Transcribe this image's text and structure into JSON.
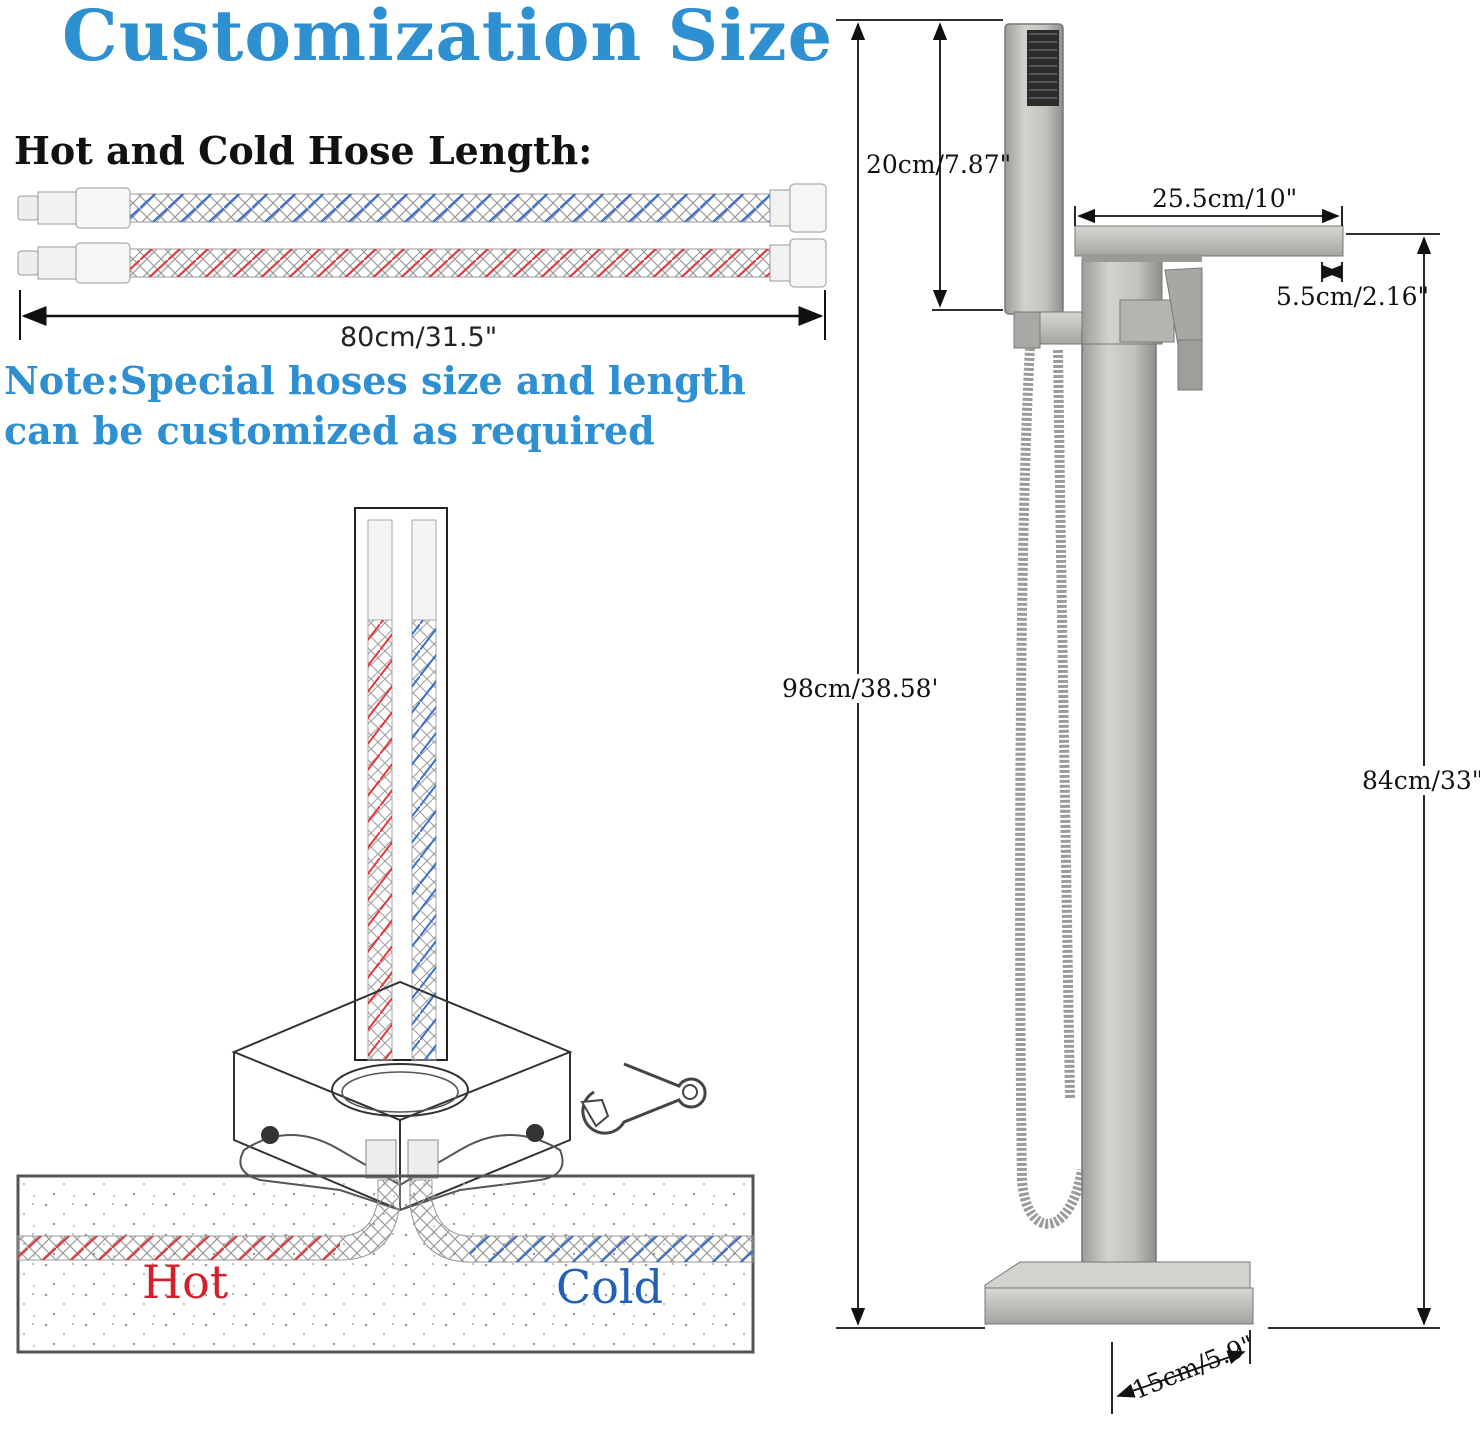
{
  "title": "Customization Size",
  "hose_section": {
    "label": "Hot and Cold Hose Length:",
    "length": "80cm/31.5\""
  },
  "note": {
    "line1": "Note:Special hoses size and length",
    "line2": "can be customized as required"
  },
  "install_labels": {
    "hot": "Hot",
    "cold": "Cold"
  },
  "dimensions": {
    "hand_shower_height": "20cm/7.87\"",
    "spout_length": "25.5cm/10\"",
    "spout_lip": "5.5cm/2.16\"",
    "total_height": "98cm/38.58'",
    "spout_height": "84cm/33\"",
    "base_size": "15cm/5.9\""
  },
  "colors": {
    "title_blue": "#2e8fd1",
    "hot_red": "#d3202a",
    "cold_blue": "#2260b8",
    "brushed_nickel": "#b9b8b6"
  },
  "icons": [
    "wrench-icon"
  ]
}
